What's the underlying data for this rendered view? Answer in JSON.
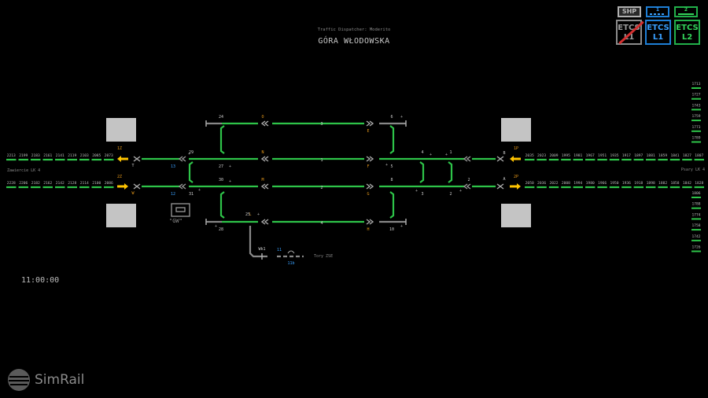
{
  "header": {
    "dispatcher": "Traffic Dispatcher: Moderito",
    "station": "GÓRA WŁODOWSKA"
  },
  "clock": "11:00:00",
  "indicators": {
    "shp": "SHP",
    "lvl1": "1",
    "lvl2": "2",
    "etcs_l1_off_top": "ETCS",
    "etcs_l1_off_bottom": "L1",
    "etcs_l1_top": "ETCS",
    "etcs_l1_bottom": "L1",
    "etcs_l2_top": "ETCS",
    "etcs_l2_bottom": "L2"
  },
  "colors": {
    "free": "#2ec449",
    "track": "#888888",
    "signal": "#ffc400",
    "label": "#e89a1a",
    "blue": "#39a0ff",
    "block": "#bdbdbd"
  },
  "brand": {
    "name": "SimRail",
    "icon": "simrail-logo-icon"
  },
  "destinations": {
    "left": "Zawiercie LK 4",
    "right": "Psary LK 4",
    "siding": "Tory ZSE"
  },
  "depot": {
    "label": "\"GW\""
  },
  "blocks": {
    "left_upper": [
      "2213",
      "2199",
      "2183",
      "2161",
      "2141",
      "2119",
      "2103",
      "2085",
      "2073"
    ],
    "left_lower": [
      "2228",
      "2206",
      "2182",
      "2162",
      "2142",
      "2128",
      "2114",
      "2100",
      "2086"
    ],
    "right_upper": [
      "2035",
      "2023",
      "2009",
      "1995",
      "1981",
      "1967",
      "1951",
      "1935",
      "1917",
      "1897",
      "1881",
      "1859",
      "1841",
      "1827",
      "1807"
    ],
    "right_lower": [
      "2050",
      "2036",
      "2022",
      "2008",
      "1994",
      "1980",
      "1966",
      "1950",
      "1936",
      "1918",
      "1898",
      "1882",
      "1858",
      "1842",
      "1828"
    ],
    "vertical_upper": [
      "1713",
      "1727",
      "1743",
      "1759",
      "1773",
      "1789"
    ],
    "vertical_lower": [
      "1806",
      "1788",
      "1774",
      "1758",
      "1742",
      "1726"
    ]
  },
  "tracks": {
    "t1": "1",
    "t2": "2",
    "t3": "3",
    "t4": "4"
  },
  "signals": {
    "s1Z": "1Z",
    "s2Z": "2Z",
    "s1P": "1P",
    "s2P": "2P",
    "T": "T",
    "W": "W",
    "B": "B",
    "A": "A",
    "O": "O",
    "E": "E",
    "N": "N",
    "F": "F",
    "M": "M",
    "G": "G",
    "L": "L",
    "H": "H",
    "Wk1": "Wk1"
  },
  "switches": {
    "sw24": "24",
    "sw29": "29",
    "sw13": "13",
    "sw27": "27",
    "sw30": "30",
    "sw12": "12",
    "sw31": "31",
    "sw25": "25",
    "sw28": "28",
    "sw6": "6",
    "sw4": "4",
    "sw5": "5",
    "sw8": "8",
    "sw3": "3",
    "sw10": "10",
    "sw1a": "1",
    "sw2a": "2",
    "sw2b": "2",
    "sw11": "11",
    "sw11b": "11b"
  }
}
